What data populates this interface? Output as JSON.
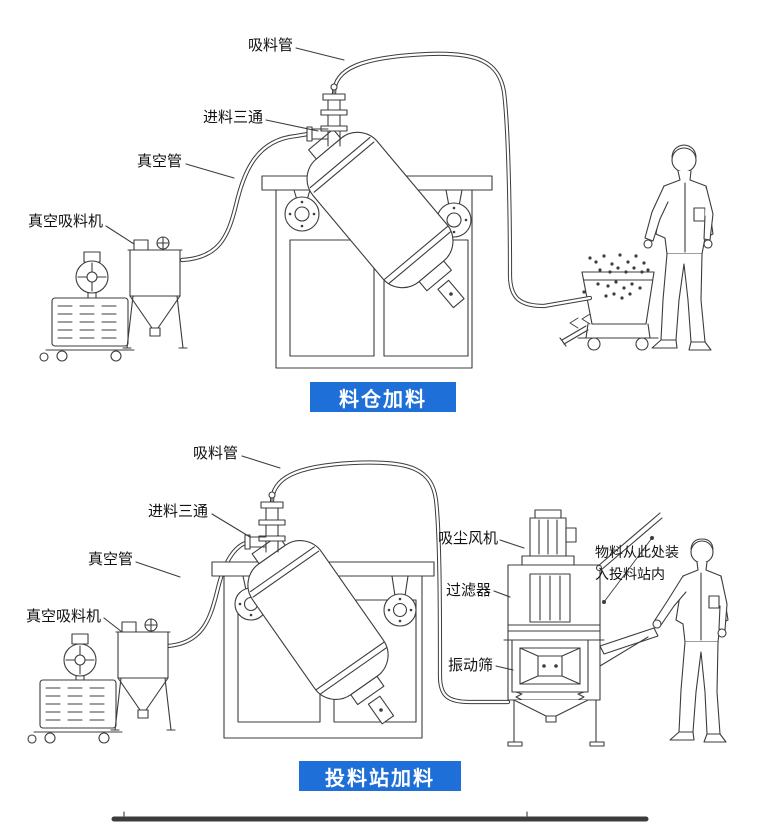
{
  "colors": {
    "line": "#3c3c3c",
    "caption_bg": "#1e6fd8",
    "caption_text": "#ffffff",
    "label_text": "#111111"
  },
  "diagram_top": {
    "caption": "料仓加料",
    "labels": {
      "suction_pipe": "吸料管",
      "feed_tee": "进料三通",
      "vacuum_pipe": "真空管",
      "vacuum_feeder": "真空吸料机"
    }
  },
  "diagram_bottom": {
    "caption": "投料站加料",
    "labels": {
      "suction_pipe": "吸料管",
      "feed_tee": "进料三通",
      "vacuum_pipe": "真空管",
      "vacuum_feeder": "真空吸料机",
      "dust_fan": "吸尘风机",
      "filter": "过滤器",
      "vibrating_screen": "振动筛",
      "loading_note": "物料从此处装入投料站内"
    }
  }
}
